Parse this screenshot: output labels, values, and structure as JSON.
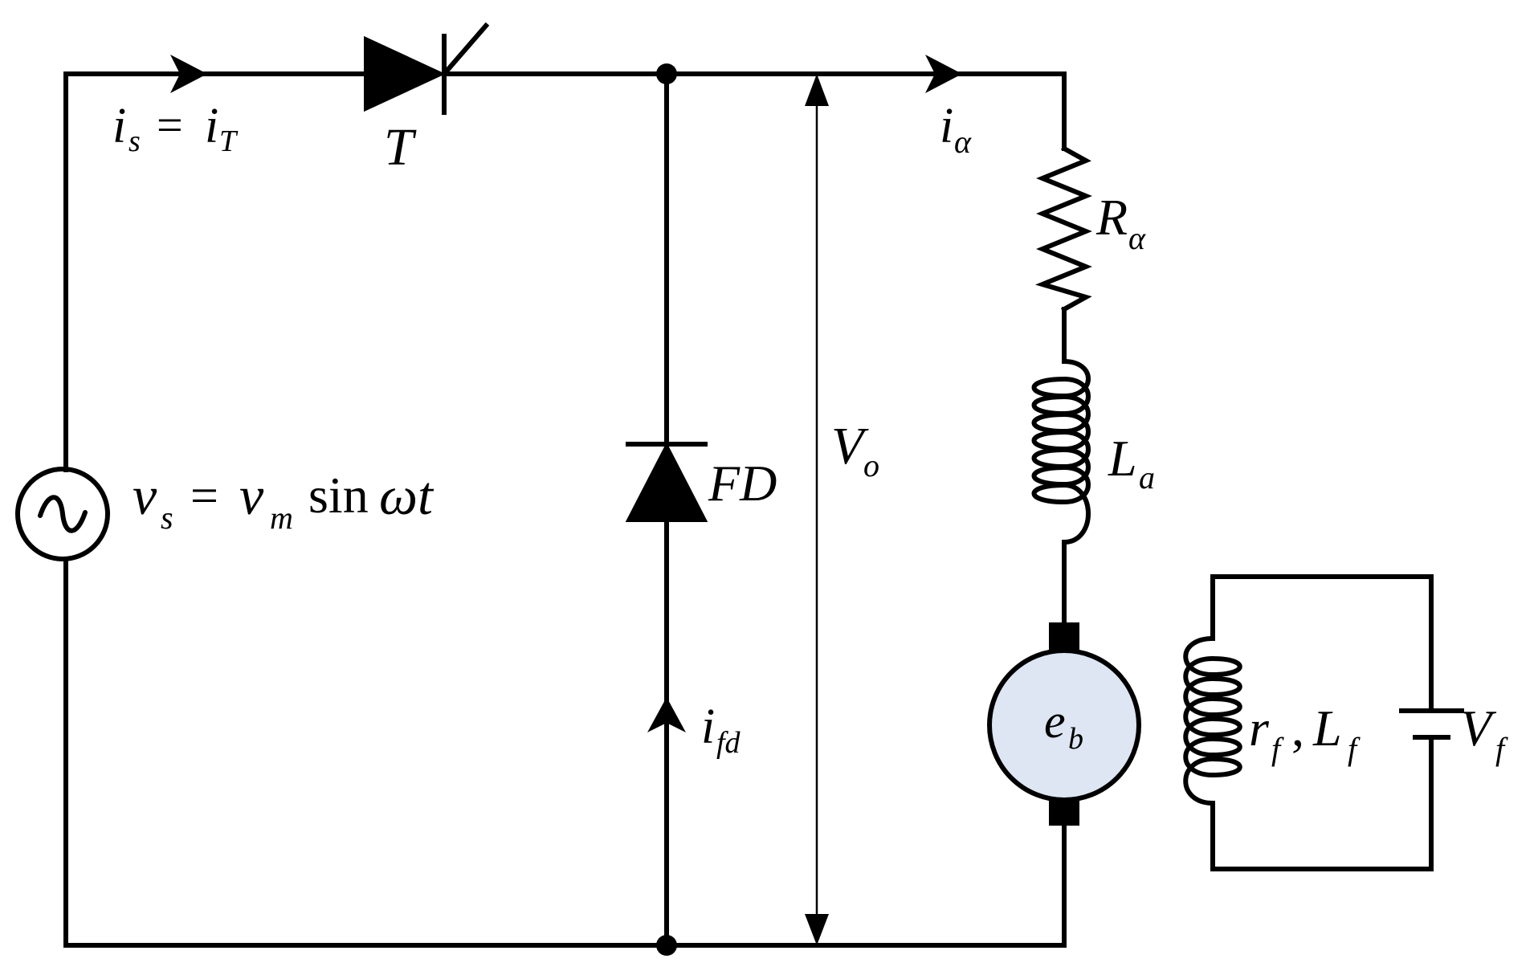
{
  "diagram": {
    "labels": {
      "is_main": "i",
      "is_sub": "s",
      "is_eq": "=",
      "iT_main": "i",
      "iT_sub": "T",
      "thyristor": "T",
      "ia_main": "i",
      "ia_sub": "α",
      "Ra_main": "R",
      "Ra_sub": "α",
      "La_main": "L",
      "La_sub": "a",
      "Vo_main": "V",
      "Vo_sub": "o",
      "FD": "FD",
      "ifd_main": "i",
      "ifd_sub": "fd",
      "vs_main": "v",
      "vs_sub": "s",
      "vs_eq": "=",
      "vm_main": "v",
      "vm_sub": "m",
      "vs_sin": "sin",
      "vs_wt": "ωt",
      "eb_main": "e",
      "eb_sub": "b",
      "rf_main": "r",
      "rf_sub": "f",
      "comma": ",",
      "Lf_main": "L",
      "Lf_sub": "f",
      "Vf_main": "V",
      "Vf_sub": "f"
    },
    "colors": {
      "wire": "#000000",
      "motor_fill": "#dde6f2"
    }
  }
}
